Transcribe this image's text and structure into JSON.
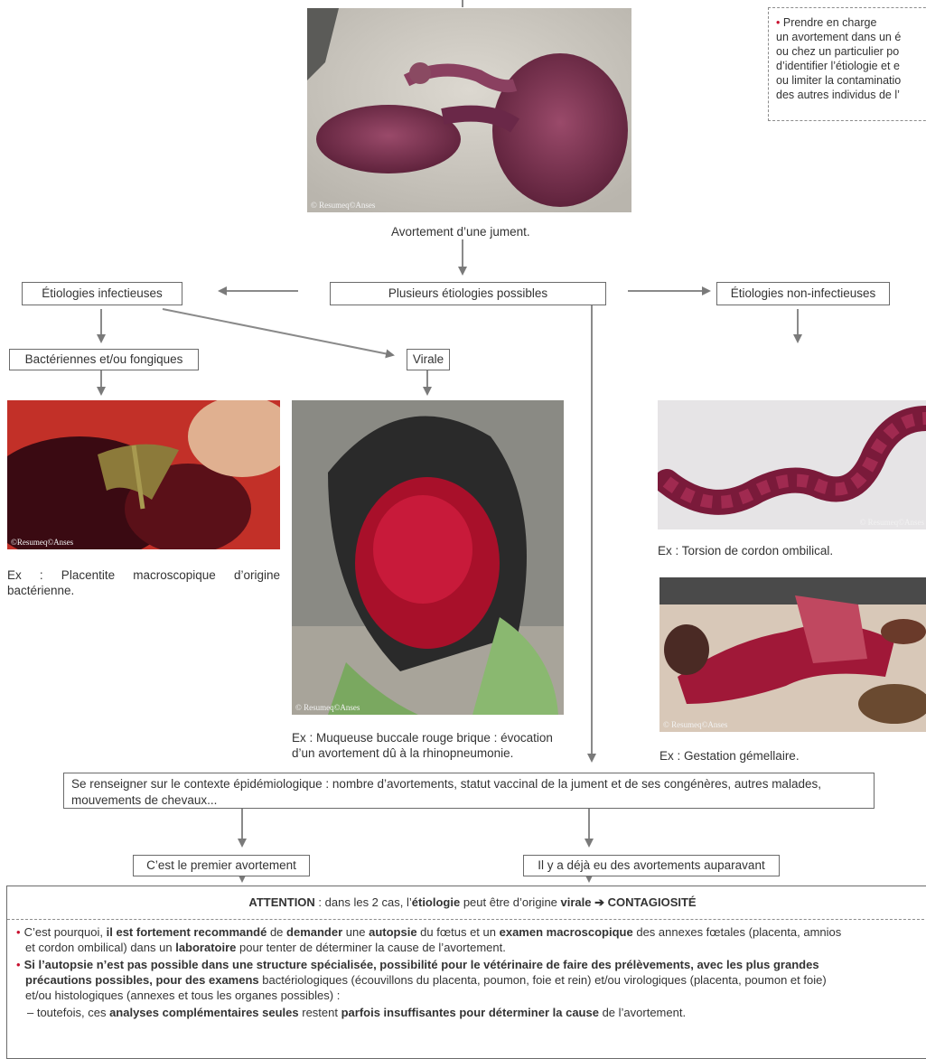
{
  "top": {
    "photo_credit": "© Resumeq©Anses",
    "caption": "Avortement d’une jument."
  },
  "note": {
    "lines": [
      "Prendre en charge",
      "un avortement dans un é",
      "ou chez un particulier po",
      "d’identifier l’étiologie et e",
      "ou limiter la contaminatio",
      "des autres individus de l’"
    ]
  },
  "flow": {
    "center_box": "Plusieurs étiologies possibles",
    "infectious_box": "Étiologies infectieuses",
    "noninfectious_box": "Étiologies non-infectieuses",
    "bacterial_box": "Bactériennes et/ou fongiques",
    "viral_box": "Virale"
  },
  "photos": {
    "bacterial": {
      "credit": "©Resumeq©Anses",
      "caption": "Ex : Placentite macroscopique d’origine bactérienne."
    },
    "viral": {
      "credit": "© Resumeq©Anses",
      "caption_line1": "Ex : Muqueuse buccale rouge brique : évocation",
      "caption_line2": "d’un avortement dû à la rhinopneumonie."
    },
    "torsion": {
      "credit": "© Resumeq©Anses",
      "caption": "Ex : Torsion de cordon ombilical."
    },
    "twins": {
      "credit": "© Resumeq©Anses",
      "caption": "Ex : Gestation gémellaire."
    }
  },
  "context": {
    "line1": "Se renseigner sur le contexte épidémiologique : nombre d’avortements, statut vaccinal de la jument et de ses congénères, autres malades,",
    "line2": "mouvements de chevaux..."
  },
  "branches": {
    "first": "C’est le premier avortement",
    "previous": "Il y a déjà eu des avortements auparavant"
  },
  "attention": {
    "label": "ATTENTION",
    "text1": " : dans les 2 cas, l’",
    "etiologie": "étiologie",
    "text2": " peut être d’origine ",
    "virale": "virale",
    "arrow": " ➔ ",
    "contagiosite": "CONTAGIOSITÉ"
  },
  "bullets": {
    "b1": {
      "p1": "C’est pourquoi, ",
      "s1": "il est fortement recommandé",
      "p2": " de ",
      "s2": "demander",
      "p3": " une ",
      "s3": "autopsie",
      "p4": " du fœtus et un ",
      "s4": "examen macroscopique",
      "p5": " des annexes fœtales (placenta, amnios",
      "line2a": "et cordon ombilical) dans un ",
      "s5": "laboratoire",
      "line2b": " pour tenter de déterminer la cause de l’avortement."
    },
    "b2": {
      "s1": "Si l’autopsie n’est pas possible dans une structure spécialisée, possibilité pour le vétérinaire de faire des prélèvements, avec les plus grandes",
      "s2": "précautions possibles, pour des examens",
      "p1": " bactériologiques (écouvillons du placenta, poumon, foie et rein) et/ou virologiques (placenta, poumon et foie)",
      "line3": "et/ou histologiques (annexes et tous les organes possibles) :"
    },
    "b3": {
      "p1": "– toutefois, ces ",
      "s1": "analyses complémentaires seules",
      "p2": " restent ",
      "s2": "parfois insuffisantes pour déterminer la cause",
      "p3": " de l’avortement."
    }
  }
}
